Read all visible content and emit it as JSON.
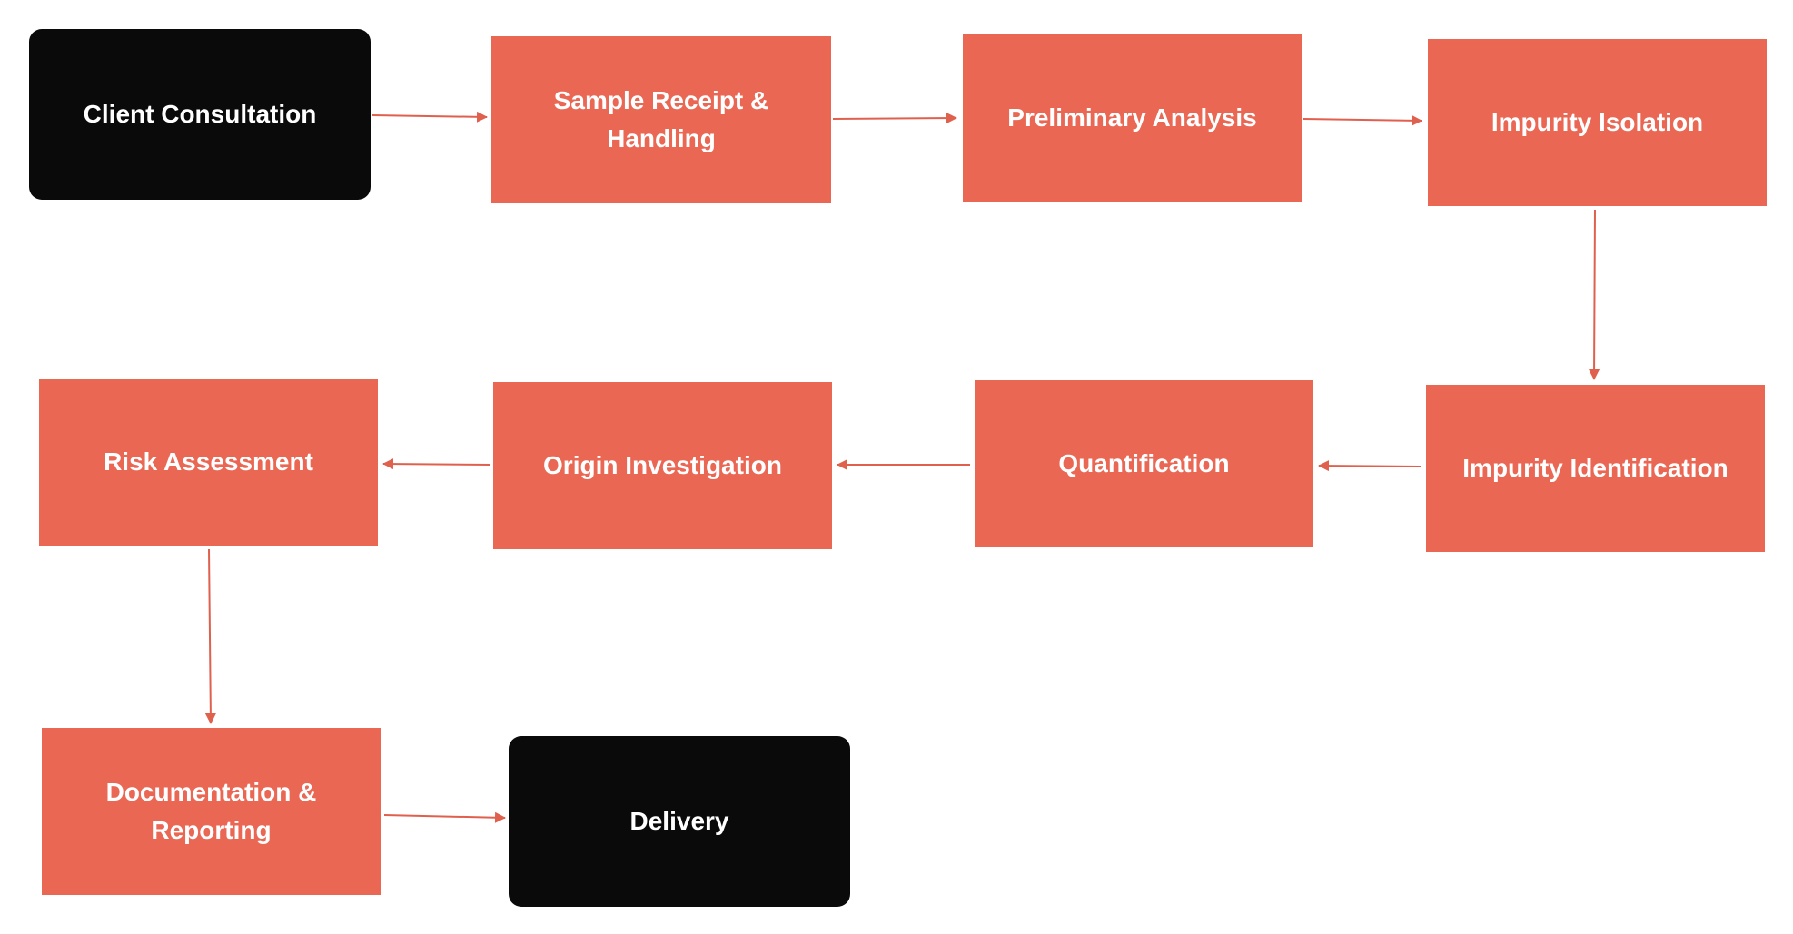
{
  "diagram": {
    "colors": {
      "process_fill": "#ea6754",
      "terminal_fill": "#0a0a0a",
      "arrow": "#e0604e",
      "text": "#ffffff",
      "background": "#ffffff"
    },
    "nodes": [
      {
        "id": "client-consultation",
        "label": "Client Consultation",
        "kind": "terminal"
      },
      {
        "id": "sample-receipt",
        "label": "Sample Receipt & Handling",
        "kind": "process"
      },
      {
        "id": "preliminary-analysis",
        "label": "Preliminary Analysis",
        "kind": "process"
      },
      {
        "id": "impurity-isolation",
        "label": "Impurity Isolation",
        "kind": "process"
      },
      {
        "id": "impurity-identification",
        "label": "Impurity Identification",
        "kind": "process"
      },
      {
        "id": "quantification",
        "label": "Quantification",
        "kind": "process"
      },
      {
        "id": "origin-investigation",
        "label": "Origin Investigation",
        "kind": "process"
      },
      {
        "id": "risk-assessment",
        "label": "Risk Assessment",
        "kind": "process"
      },
      {
        "id": "documentation-reporting",
        "label": "Documentation & Reporting",
        "kind": "process"
      },
      {
        "id": "delivery",
        "label": "Delivery",
        "kind": "terminal"
      }
    ],
    "edges": [
      {
        "from": "client-consultation",
        "to": "sample-receipt"
      },
      {
        "from": "sample-receipt",
        "to": "preliminary-analysis"
      },
      {
        "from": "preliminary-analysis",
        "to": "impurity-isolation"
      },
      {
        "from": "impurity-isolation",
        "to": "impurity-identification"
      },
      {
        "from": "impurity-identification",
        "to": "quantification"
      },
      {
        "from": "quantification",
        "to": "origin-investigation"
      },
      {
        "from": "origin-investigation",
        "to": "risk-assessment"
      },
      {
        "from": "risk-assessment",
        "to": "documentation-reporting"
      },
      {
        "from": "documentation-reporting",
        "to": "delivery"
      }
    ]
  }
}
